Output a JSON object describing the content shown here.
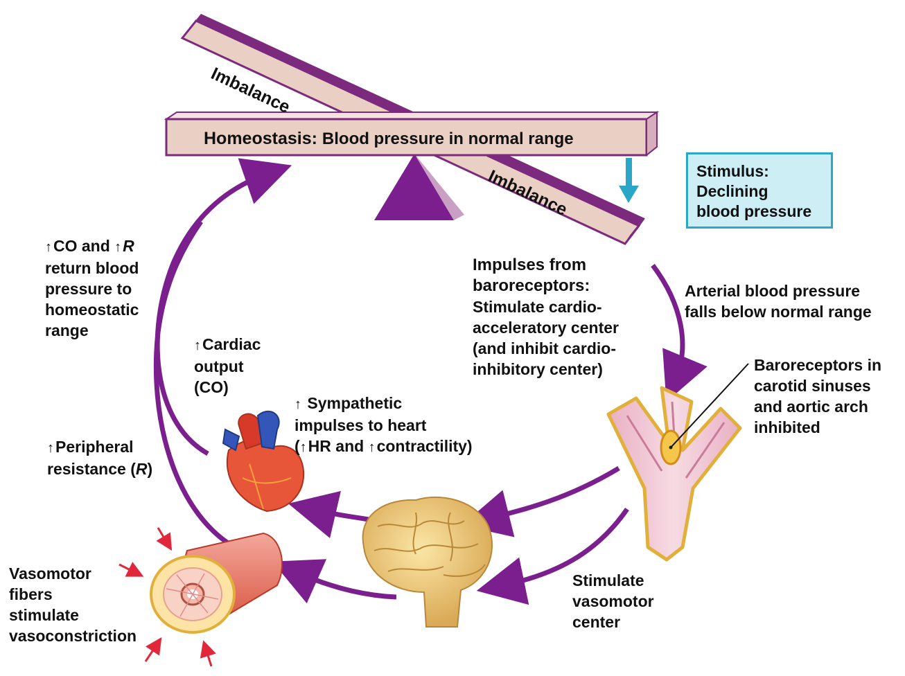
{
  "beam": {
    "homeostasis_bold": "Homeostasis:",
    "homeostasis_rest": "Blood pressure in normal range",
    "imbalance_top": "Imbalance",
    "imbalance_bottom": "Imbalance"
  },
  "stimulus": {
    "line1": "Stimulus:",
    "line2": "Declining",
    "line3": "blood pressure"
  },
  "arterial": {
    "line1": "Arterial blood pressure",
    "line2": "falls below normal range"
  },
  "impulses": {
    "line1": "Impulses from",
    "line2": "baroreceptors:",
    "line3": "Stimulate cardio-",
    "line4": "acceleratory center",
    "line5": "(and inhibit cardio-",
    "line6": "inhibitory center)"
  },
  "baroreceptors": {
    "line1": "Baroreceptors in",
    "line2": "carotid sinuses",
    "line3": "and aortic arch",
    "line4": "inhibited"
  },
  "return": {
    "line1a": "CO and",
    "line1b": "R",
    "line2": "return blood",
    "line3": "pressure to",
    "line4": "homeostatic",
    "line5": "range"
  },
  "cardiac": {
    "line1": "Cardiac",
    "line2": "output",
    "line3": "(CO)"
  },
  "sympathetic": {
    "line1": "Sympathetic",
    "line2": "impulses to heart",
    "line3a": "(",
    "line3b": "HR and",
    "line3c": "contractility)"
  },
  "peripheral": {
    "line1": "Peripheral",
    "line2a": "resistance (",
    "line2b": "R",
    "line2c": ")"
  },
  "vasomotor_fibers": {
    "line1": "Vasomotor",
    "line2": "fibers",
    "line3": "stimulate",
    "line4": "vasoconstriction"
  },
  "vasomotor_center": {
    "line1": "Stimulate",
    "line2": "vasomotor",
    "line3": "center"
  },
  "colors": {
    "arrow_purple": "#7b1f8e",
    "beam_fill": "#e9cfc4",
    "beam_edge": "#7b2a7e",
    "stimulus_fill": "#cdeef5",
    "stimulus_border": "#2aa7c6",
    "stimulus_arrow": "#2aa7c6"
  }
}
